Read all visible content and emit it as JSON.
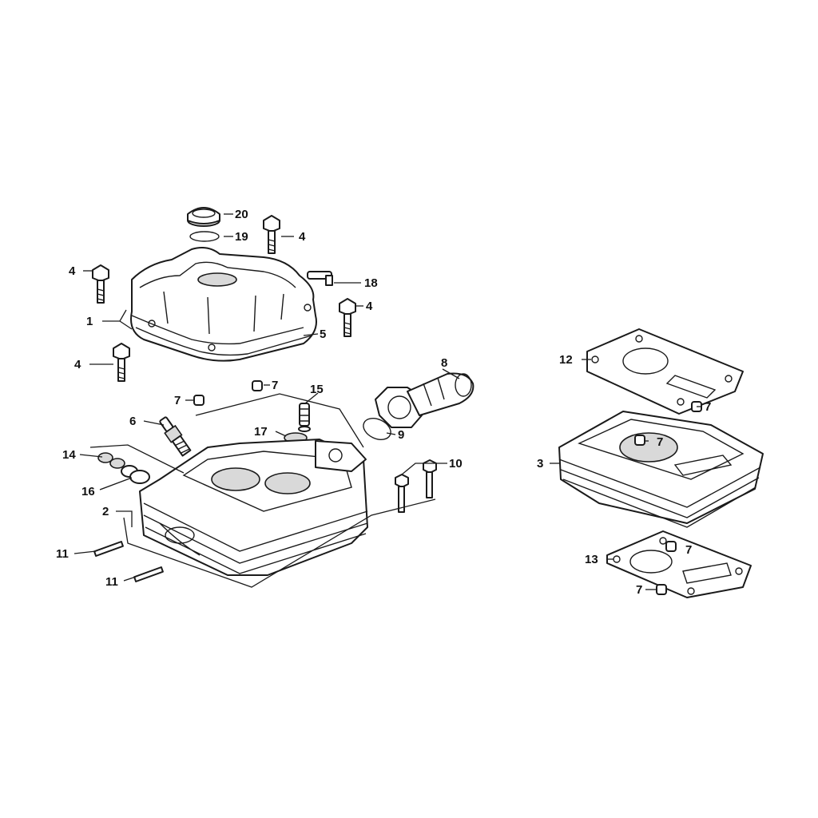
{
  "callouts": {
    "c1": "1",
    "c2": "2",
    "c3": "3",
    "c4a": "4",
    "c4b": "4",
    "c4c": "4",
    "c4d": "4",
    "c5": "5",
    "c6": "6",
    "c7a": "7",
    "c7b": "7",
    "c7c": "7",
    "c7d": "7",
    "c7e": "7",
    "c7f": "7",
    "c8": "8",
    "c9": "9",
    "c10": "10",
    "c11a": "11",
    "c11b": "11",
    "c12": "12",
    "c13": "13",
    "c14": "14",
    "c15": "15",
    "c16": "16",
    "c17": "17",
    "c18": "18",
    "c19": "19",
    "c20": "20"
  },
  "colors": {
    "line": "#1a1a1a",
    "fill": "#ffffff",
    "shade": "#d9d9d9"
  }
}
